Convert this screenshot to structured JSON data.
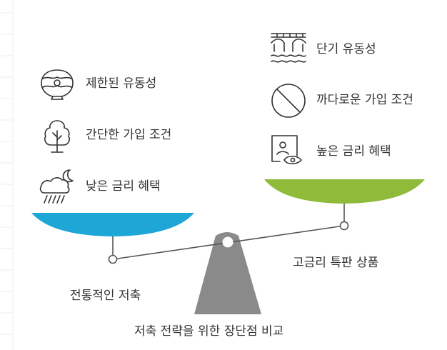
{
  "left_side": {
    "title": "전통적인 저축",
    "items": [
      {
        "label": "제한된 유동성",
        "icon": "shell-icon"
      },
      {
        "label": "간단한 가입 조건",
        "icon": "tree-icon"
      },
      {
        "label": "낮은 금리 혜택",
        "icon": "storm-cloud-moon-icon"
      }
    ],
    "pan_color": "#1ea7d6"
  },
  "right_side": {
    "title": "고금리 특판 상품",
    "items": [
      {
        "label": "단기 유동성",
        "icon": "bridge-icon"
      },
      {
        "label": "까다로운 가입 조건",
        "icon": "prohibited-icon"
      },
      {
        "label": "높은 금리 혜택",
        "icon": "document-eye-icon"
      }
    ],
    "pan_color": "#8fba3a"
  },
  "caption": "저축 전략을 위한 장단점 비교",
  "colors": {
    "stand": "#8a8a8a",
    "beam": "#555555",
    "text": "#333333"
  }
}
